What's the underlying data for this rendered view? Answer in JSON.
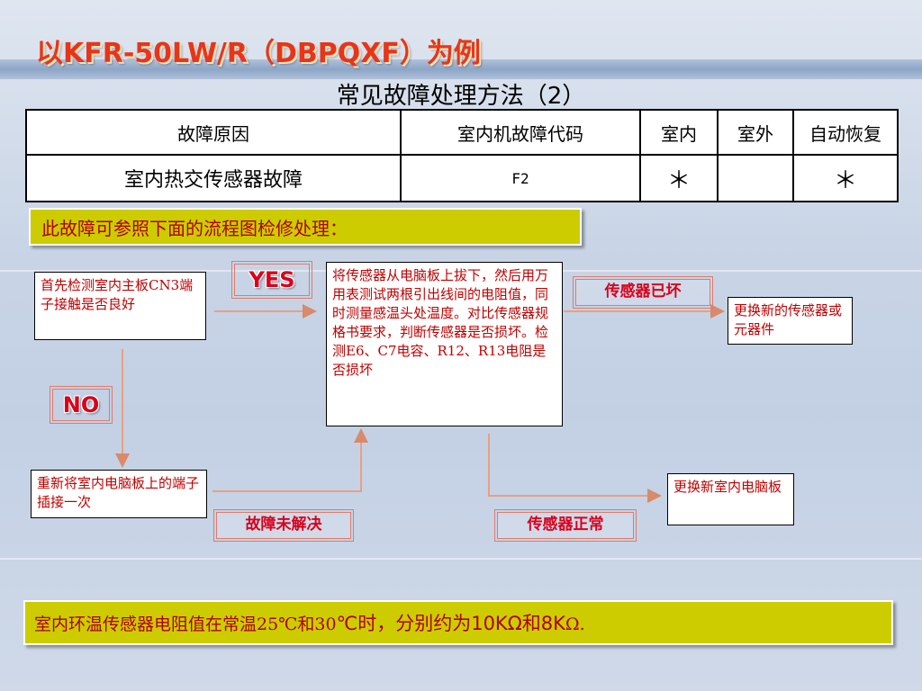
{
  "slide": {
    "title": "以KFR-50LW/R（DBPQXF）为例"
  },
  "table": {
    "title": "常见故障处理方法（2）",
    "headers": [
      "故障原因",
      "室内机故障代码",
      "室内",
      "室外",
      "自动恢复"
    ],
    "row": {
      "cause": "室内热交传感器故障",
      "code": "F2",
      "indoor": "＊",
      "outdoor": "",
      "auto_recover": "＊"
    }
  },
  "note": "此故障可参照下面的流程图检修处理：",
  "flow": {
    "start": "首先检测室内主板CN3端子接触是否良好",
    "yes": "YES",
    "no": "NO",
    "test": "将传感器从电脑板上拔下，然后用万用表测试两根引出线间的电阻值，同时测量感温头处温度。对比传感器规格书要求，判断传感器是否损坏。检测E6、C7电容、R12、R13电阻是否损坏",
    "sensor_broken": "传感器已坏",
    "replace_sensor": "更换新的传感器或元器件",
    "reconnect": "重新将室内电脑板上的端子插接一次",
    "unresolved": "故障未解决",
    "sensor_ok": "传感器正常",
    "replace_board": "更换新室内电脑板"
  },
  "summary": {
    "part1": "室内环温传感器电阻值在常温25℃和30",
    "part2": "℃时，",
    "part3": "分别约为",
    "part4": "10KΩ和8K",
    "part5": "Ω."
  }
}
